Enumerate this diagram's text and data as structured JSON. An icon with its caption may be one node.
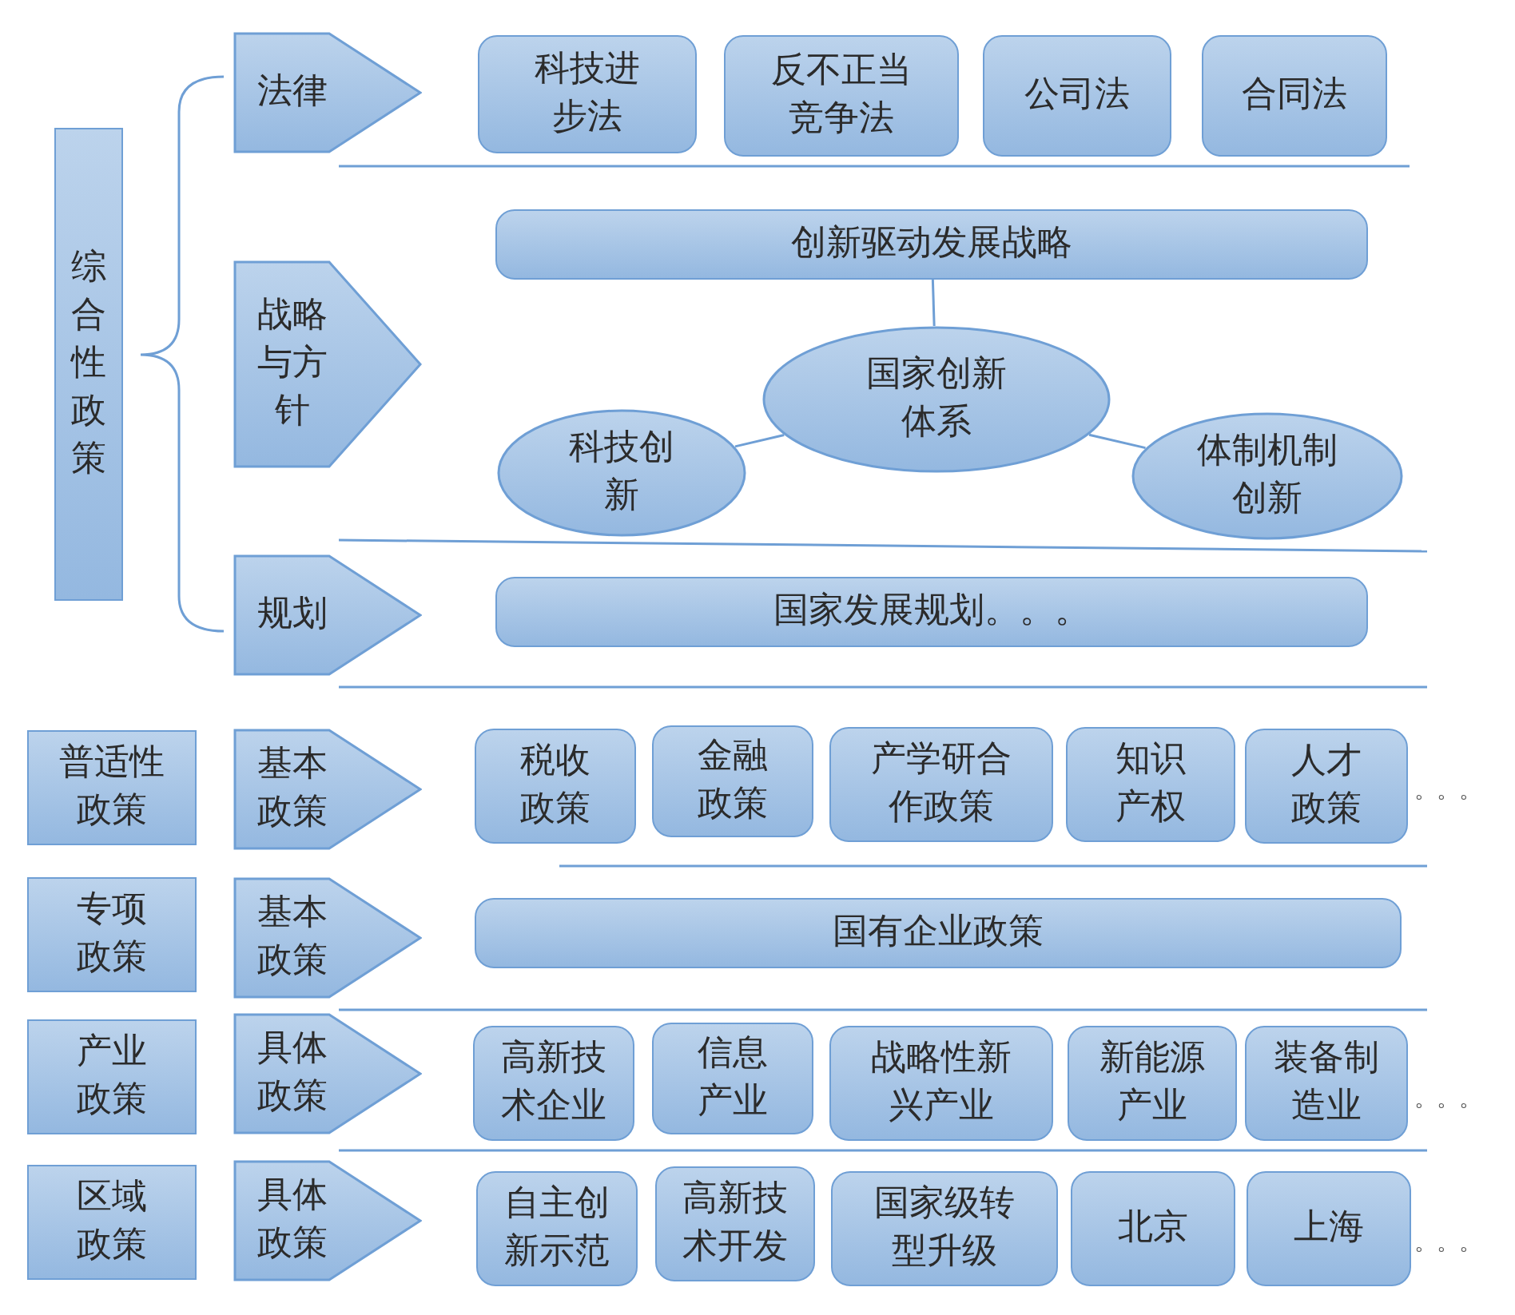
{
  "diagram": {
    "nodes": [
      {
        "text": [
          "综合性政策"
        ]
      },
      {
        "text": [
          "法律"
        ]
      },
      {
        "text": [
          "科技进步法"
        ]
      },
      {
        "text": [
          "反不正当竞争法"
        ]
      },
      {
        "text": [
          "公司法"
        ]
      },
      {
        "text": [
          "合同法"
        ]
      },
      {
        "text": [
          "战略与方针"
        ]
      },
      {
        "text": [
          "创新驱动发展战略"
        ]
      },
      {
        "text": [
          "国家创新体系"
        ]
      },
      {
        "text": [
          "科技创新"
        ]
      },
      {
        "text": [
          "体制机制创新"
        ]
      },
      {
        "text": [
          "规划"
        ]
      },
      {
        "text": [
          "国家发展规划。。。"
        ]
      },
      {
        "text": [
          "普适性政策"
        ]
      },
      {
        "text": [
          "基本政策"
        ]
      },
      {
        "text": [
          "税收政策"
        ]
      },
      {
        "text": [
          "金融政策"
        ]
      },
      {
        "text": [
          "产学研合作政策"
        ]
      },
      {
        "text": [
          "知识产权"
        ]
      },
      {
        "text": [
          "人才政策"
        ]
      },
      {
        "text": [
          "专项政策"
        ]
      },
      {
        "text": [
          "基本政策"
        ]
      },
      {
        "text": [
          "国有企业政策"
        ]
      },
      {
        "text": [
          "产业政策"
        ]
      },
      {
        "text": [
          "具体政策"
        ]
      },
      {
        "text": [
          "高新技术企业"
        ]
      },
      {
        "text": [
          "信息产业"
        ]
      },
      {
        "text": [
          "战略性新兴产业"
        ]
      },
      {
        "text": [
          "新能源产业"
        ]
      },
      {
        "text": [
          "装备制造业"
        ]
      },
      {
        "text": [
          "区域政策"
        ]
      },
      {
        "text": [
          "具体政策"
        ]
      },
      {
        "text": [
          "自主创新示范"
        ]
      },
      {
        "text": [
          "高新技术开发"
        ]
      },
      {
        "text": [
          "国家级转型升级"
        ]
      },
      {
        "text": [
          "北京"
        ]
      },
      {
        "text": [
          "上海"
        ]
      }
    ],
    "edges": [
      {
        "from": 7,
        "to": 8,
        "arrow": "none"
      },
      {
        "from": 8,
        "to": 9,
        "arrow": "none"
      },
      {
        "from": 8,
        "to": 10,
        "arrow": "none"
      }
    ],
    "labels": [
      "。。。",
      "。。。",
      "。。。"
    ]
  }
}
